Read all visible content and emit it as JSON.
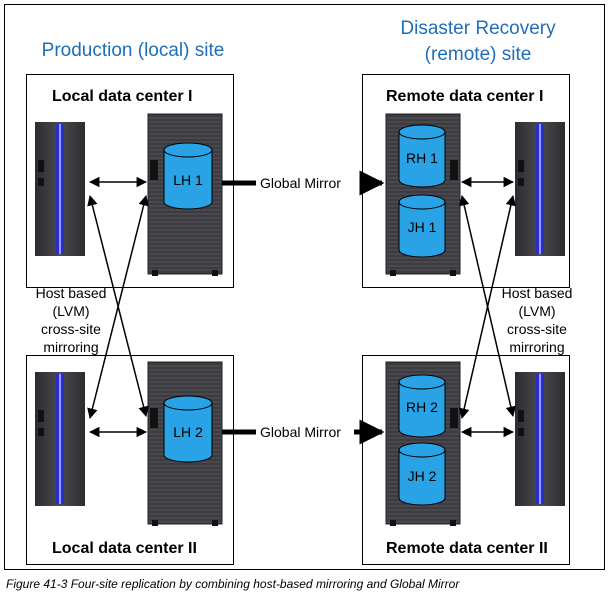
{
  "sites": {
    "production_title": "Production (local) site",
    "recovery_title_line1": "Disaster Recovery",
    "recovery_title_line2": "(remote) site"
  },
  "data_centers": {
    "local_1": "Local data center I",
    "local_2": "Local data center II",
    "remote_1": "Remote data center I",
    "remote_2": "Remote data center II"
  },
  "volumes": {
    "lh1": "LH 1",
    "lh2": "LH 2",
    "rh1": "RH 1",
    "jh1": "JH 1",
    "rh2": "RH 2",
    "jh2": "JH 2"
  },
  "links": {
    "global_mirror_top": "Global Mirror",
    "global_mirror_bottom": "Global Mirror"
  },
  "notes": {
    "left_line1": "Host based",
    "left_line2": "(LVM)",
    "left_line3": "cross-site",
    "left_line4": "mirroring",
    "right_line1": "Host based",
    "right_line2": "(LVM)",
    "right_line3": "cross-site",
    "right_line4": "mirroring"
  },
  "caption": "Figure 41-3   Four-site replication by combining host-based mirroring and Global Mirror",
  "colors": {
    "title_blue": "#1f6fb8",
    "cylinder_blue": "#29a3e6",
    "server_dark": "#3a3a3e",
    "server_stripe": "#2b2bd0"
  }
}
